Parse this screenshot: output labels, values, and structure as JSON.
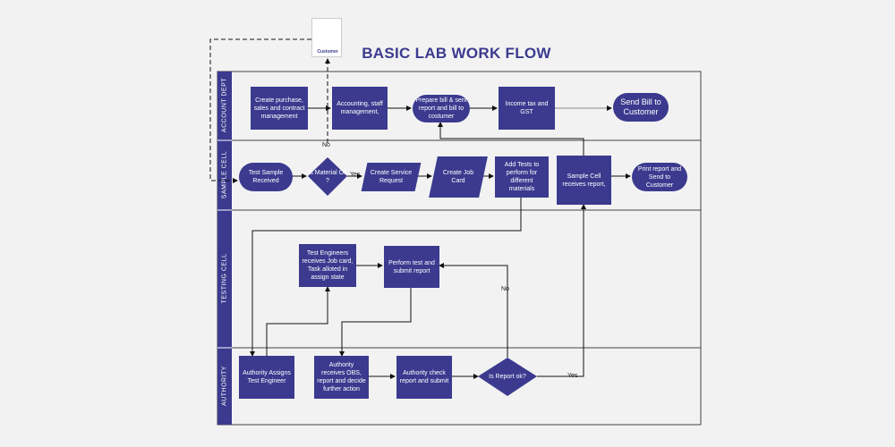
{
  "title": "BASIC LAB WORK FLOW",
  "colors": {
    "accent": "#3b3a8f",
    "lane_border": "#555555",
    "background": "#f2f2f2"
  },
  "customer": {
    "label": "Customer",
    "icon": "users-icon"
  },
  "lanes": [
    "ACCOUNT DEPT",
    "SAMPLE CELL",
    "TESTING CELL",
    "AUTHORITY"
  ],
  "nodes": {
    "create_purchase": "Create purchase, sales and contract management",
    "accounting": "Accounting, staff management,",
    "prepare_bill": "Prepare bill & sent report and bill to costumer",
    "income_tax": "Income tax and GST",
    "send_bill": "Send Bill to Customer",
    "test_sample": "Test Sample Received",
    "is_material": "Is Material Ok ?",
    "service_request": "Create Service Request",
    "job_card": "Create Job Card",
    "add_tests": "Add Tests to perform for different materials",
    "sample_cell_receives": "Sample Cell receives report,",
    "print_report": "Print report and Send to Customer",
    "engineers_receive": "Test Engineers receives Job card, Task alloted in assign state",
    "perform_test": "Perform test and submit report",
    "authority_assigns": "Authority Assigns Test Engineer",
    "authority_receives": "Authority receives OBS, report and decide further action",
    "authority_check": "Authority check report and submit",
    "is_report_ok": "Is Report ok?"
  },
  "edge_labels": {
    "yes1": "Yes",
    "no1": "No",
    "no2": "No",
    "yes2": "Yes"
  }
}
